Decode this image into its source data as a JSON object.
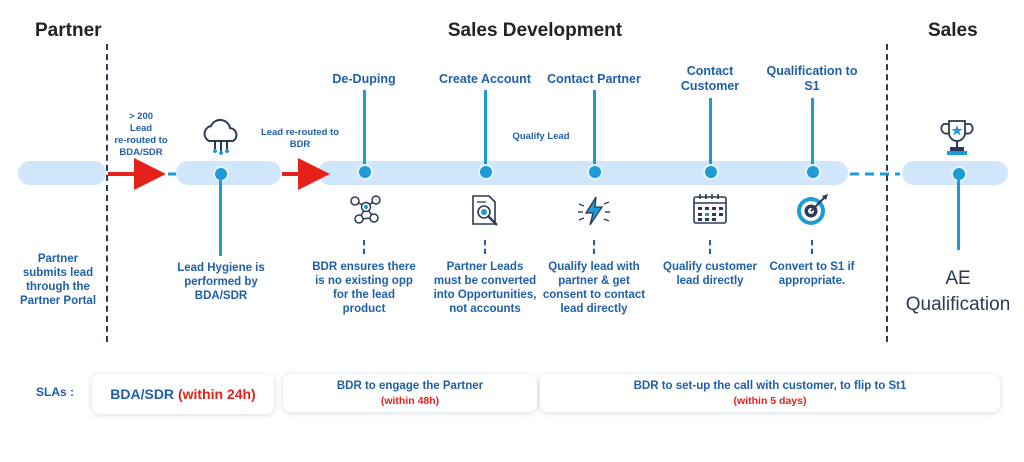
{
  "headers": {
    "partner": "Partner",
    "sales_development": "Sales Development",
    "sales": "Sales"
  },
  "routing": {
    "to_bda": "> 200\nLead\nre-routed to\nBDA/SDR",
    "to_bdr": "Lead re-routed to\nBDR",
    "qualify_lead": "Qualify Lead"
  },
  "steps": [
    {
      "title": "De-Duping",
      "icon": "molecule-network-icon",
      "desc": "BDR ensures there\nis no existing opp\nfor the lead\nproduct"
    },
    {
      "title": "Create Account",
      "icon": "document-search-icon",
      "desc": "Partner Leads\nmust be converted\ninto Opportunities,\nnot accounts"
    },
    {
      "title": "Contact Partner",
      "icon": "lightning-icon",
      "desc": "Qualify lead with\npartner & get\nconsent to contact\nlead directly"
    },
    {
      "title": "Contact\nCustomer",
      "icon": "calendar-icon",
      "desc": "Qualify customer\nlead directly"
    },
    {
      "title": "Qualification to\nS1",
      "icon": "target-icon",
      "desc": "Convert to S1 if\nappropriate."
    }
  ],
  "partner_desc": "Partner\nsubmits lead\nthrough the\nPartner Portal",
  "hygiene": {
    "icon": "cloud-network-icon",
    "desc": "Lead Hygiene is\nperformed by\nBDA/SDR"
  },
  "sales": {
    "icon": "trophy-icon",
    "desc": "AE\nQualification"
  },
  "slas": {
    "label": "SLAs :",
    "items": [
      {
        "main": "BDA/SDR",
        "time": "(within 24h)"
      },
      {
        "main": "BDR to engage the Partner",
        "time": "(within 48h)"
      },
      {
        "main": "BDR to set-up the call with customer, to flip to St1",
        "time": "(within 5 days)"
      }
    ]
  },
  "colors": {
    "track": "#cfe6fb",
    "accent_blue": "#1d9bd7",
    "text_blue": "#1f5fa8",
    "arrow_red": "#e5221a",
    "header": "#222222"
  }
}
